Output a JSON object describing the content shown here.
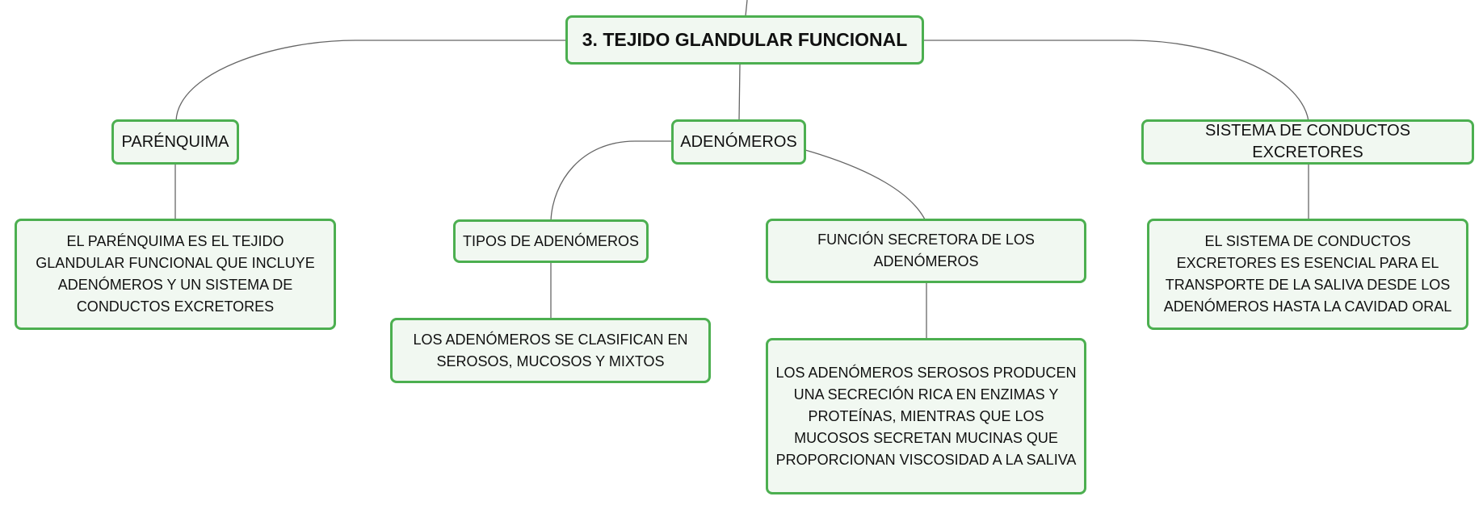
{
  "colors": {
    "node_border": "#4caf50",
    "node_fill": "#f1f8f1",
    "link": "#666666"
  },
  "root": {
    "label": "3. TEJIDO GLANDULAR FUNCIONAL"
  },
  "branches": {
    "parenquima": {
      "label": "PARÉNQUIMA",
      "detail": "EL PARÉNQUIMA ES EL TEJIDO GLANDULAR FUNCIONAL QUE INCLUYE ADENÓMEROS Y UN SISTEMA DE CONDUCTOS EXCRETORES"
    },
    "adenomeros": {
      "label": "ADENÓMEROS",
      "tipos": {
        "label": "TIPOS DE ADENÓMEROS",
        "detail": "LOS ADENÓMEROS SE CLASIFICAN EN SEROSOS, MUCOSOS Y MIXTOS"
      },
      "funcion": {
        "label": "FUNCIÓN SECRETORA DE LOS ADENÓMEROS",
        "detail": "LOS ADENÓMEROS SEROSOS PRODUCEN UNA SECRECIÓN RICA EN ENZIMAS Y PROTEÍNAS, MIENTRAS QUE LOS MUCOSOS SECRETAN MUCINAS QUE PROPORCIONAN VISCOSIDAD A LA SALIVA"
      }
    },
    "conductos": {
      "label": "SISTEMA DE CONDUCTOS EXCRETORES",
      "detail": "EL SISTEMA DE CONDUCTOS EXCRETORES ES ESENCIAL PARA EL TRANSPORTE DE LA SALIVA DESDE LOS ADENÓMEROS HASTA LA CAVIDAD ORAL"
    }
  }
}
